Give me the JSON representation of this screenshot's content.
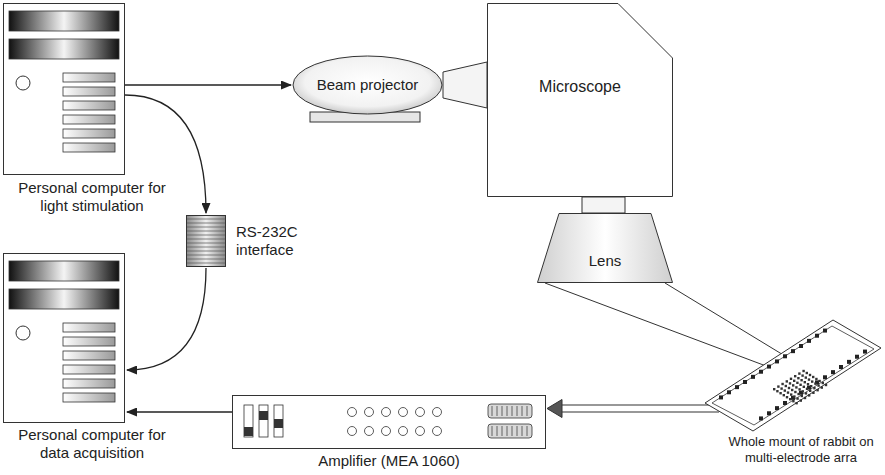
{
  "diagram": {
    "nodes": [
      {
        "text": [
          "Personal computer for light stimulation"
        ]
      },
      {
        "text": [
          "Beam projector"
        ]
      },
      {
        "text": [
          "Microscope"
        ]
      },
      {
        "text": [
          "Lens"
        ]
      },
      {
        "text": [
          "RS-232C interface"
        ]
      },
      {
        "text": [
          "Personal computer for data acquisition"
        ]
      },
      {
        "text": [
          "Amplifier (MEA 1060)"
        ]
      },
      {
        "text": [
          "Whole mount of rabbit on multi-electrode arra"
        ]
      }
    ],
    "edges": [
      {
        "from": 0,
        "to": 1,
        "arrow": "to"
      },
      {
        "from": 0,
        "to": 4,
        "arrow": "to"
      },
      {
        "from": 4,
        "to": 5,
        "arrow": "to"
      },
      {
        "from": 7,
        "to": 6,
        "arrow": "to"
      },
      {
        "from": 6,
        "to": 5,
        "arrow": "to"
      }
    ]
  }
}
